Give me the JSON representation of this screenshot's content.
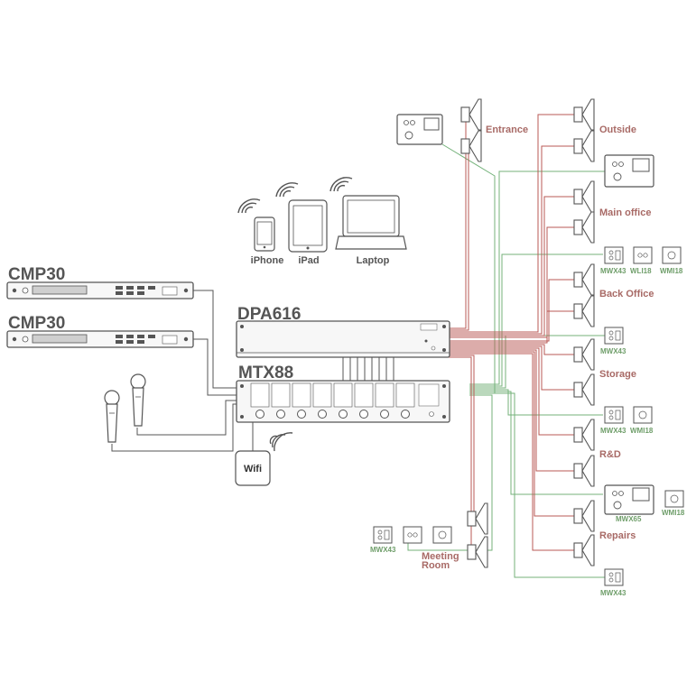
{
  "devices": {
    "cmp30_top": "CMP30",
    "cmp30_bottom": "CMP30",
    "dpa616": "DPA616",
    "mtx88": "MTX88",
    "wifi": "Wifi"
  },
  "client_devices": [
    "iPhone",
    "iPad",
    "Laptop"
  ],
  "zones": {
    "entrance": "Entrance",
    "outside": "Outside",
    "main_office": "Main office",
    "back_office": "Back Office",
    "storage": "Storage",
    "rd": "R&D",
    "repairs": "Repairs",
    "meeting": "Meeting",
    "room": "Room"
  },
  "panels": {
    "mwx43_a": "MWX43",
    "wli18": "WLI18",
    "wmi18_a": "WMI18",
    "mwx43_b": "MWX43",
    "mwx43_c": "MWX43",
    "wmi18_b": "WMI18",
    "mwx65": "MWX65",
    "wmi18_c": "WMI18",
    "mwx43_d": "MWX43",
    "mwx43_e": "MWX43"
  },
  "colors": {
    "speaker_line": "#b85a56",
    "control_line": "#74b27a",
    "device_outline": "#555555"
  }
}
